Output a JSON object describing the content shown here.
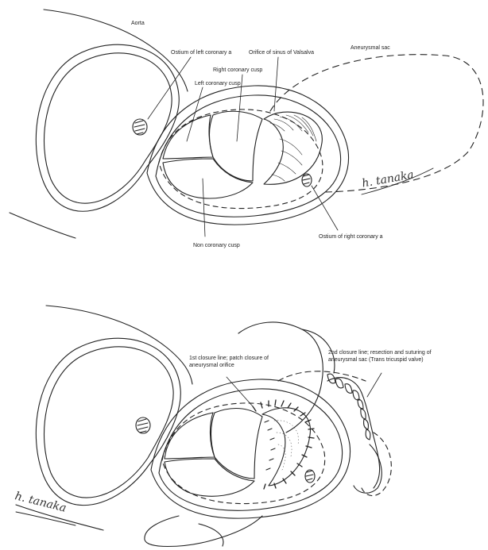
{
  "figure_top": {
    "labels": {
      "aorta": "Aorta",
      "ostium_left": "Ostium of left coronary a",
      "orifice_sinus": "Orifice of sinus of Valsalva",
      "aneurysmal_sac": "Aneurysmal sac",
      "right_coronary_cusp": "Right coronary cusp",
      "left_coronary_cusp": "Left coronary cusp",
      "non_coronary_cusp": "Non coronary cusp",
      "ostium_right": "Ostium of right coronary a"
    },
    "signature": "h. tanaka"
  },
  "figure_bottom": {
    "labels": {
      "closure1_line1": "1st closure line;  patch closure of",
      "closure1_line2": "aneurysmal orifice",
      "closure2_line1": "2nd closure line;  resection and suturing of",
      "closure2_line2": "aneurysmal sac (Trans tricuspid valve)"
    },
    "signature": "h. tanaka"
  }
}
